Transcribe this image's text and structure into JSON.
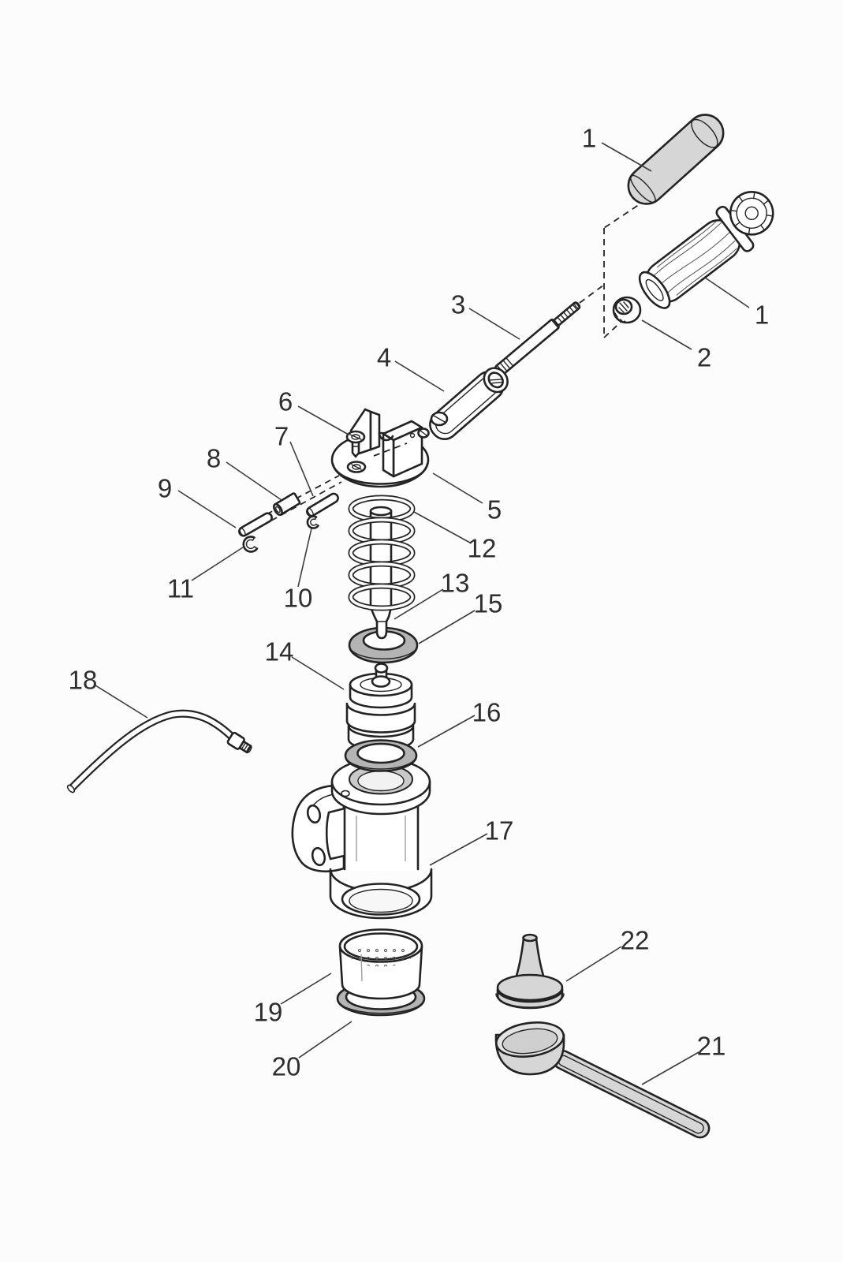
{
  "colors": {
    "line": "#232323",
    "gray1": "#d6d6d6",
    "gray2": "#b4b4b4",
    "bg": "#fcfcfc",
    "label": "#2e2e2e",
    "leader": "#3c3c3c"
  },
  "callouts": {
    "c1a": "1",
    "c1b": "1",
    "c2": "2",
    "c3": "3",
    "c4": "4",
    "c5": "5",
    "c6": "6",
    "c7": "7",
    "c8": "8",
    "c9": "9",
    "c10": "10",
    "c11": "11",
    "c12": "12",
    "c13": "13",
    "c14": "14",
    "c15": "15",
    "c16": "16",
    "c17": "17",
    "c18": "18",
    "c19": "19",
    "c20": "20",
    "c21": "21",
    "c22": "22"
  }
}
